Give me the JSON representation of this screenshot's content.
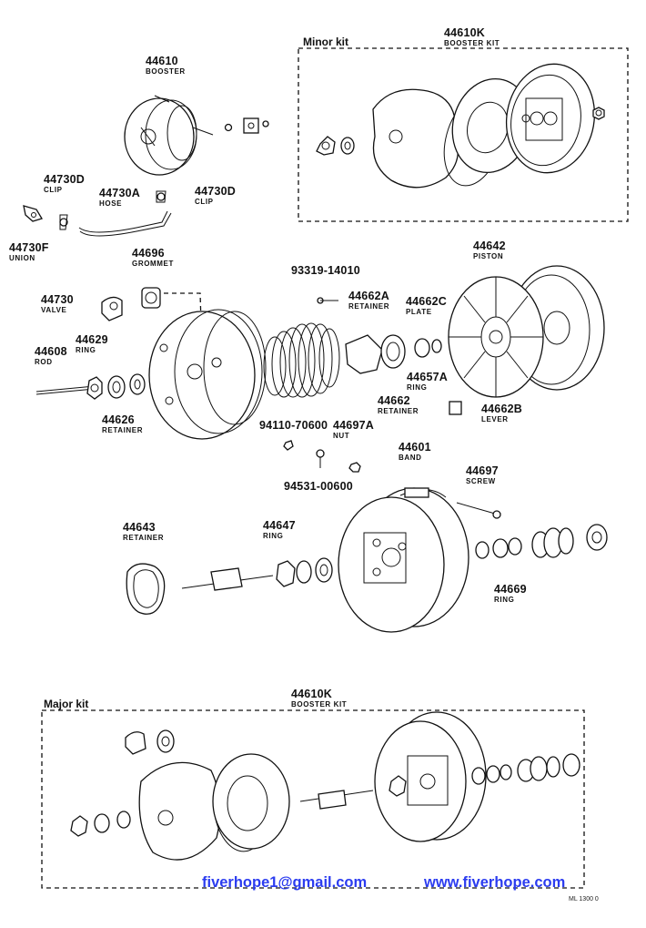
{
  "kits": {
    "minor": {
      "label": "Minor kit",
      "number": "44610K",
      "name": "BOOSTER KIT"
    },
    "major": {
      "label": "Major kit",
      "number": "44610K",
      "name": "BOOSTER KIT"
    }
  },
  "parts": [
    {
      "id": "booster",
      "number": "44610",
      "name": "BOOSTER"
    },
    {
      "id": "clip-left",
      "number": "44730D",
      "name": "CLIP"
    },
    {
      "id": "hose",
      "number": "44730A",
      "name": "HOSE"
    },
    {
      "id": "clip-right",
      "number": "44730D",
      "name": "CLIP"
    },
    {
      "id": "union",
      "number": "44730F",
      "name": "UNION"
    },
    {
      "id": "grommet",
      "number": "44696",
      "name": "GROMMET"
    },
    {
      "id": "valve",
      "number": "44730",
      "name": "VALVE"
    },
    {
      "id": "ring-44629",
      "number": "44629",
      "name": "RING"
    },
    {
      "id": "rod",
      "number": "44608",
      "name": "ROD"
    },
    {
      "id": "retainer-44626",
      "number": "44626",
      "name": "RETAINER"
    },
    {
      "id": "bolt-93319",
      "number": "93319-14010",
      "name": ""
    },
    {
      "id": "retainer-44662a",
      "number": "44662A",
      "name": "RETAINER"
    },
    {
      "id": "plate",
      "number": "44662C",
      "name": "PLATE"
    },
    {
      "id": "piston",
      "number": "44642",
      "name": "PISTON"
    },
    {
      "id": "ring-44657a",
      "number": "44657A",
      "name": "RING"
    },
    {
      "id": "retainer-44662",
      "number": "44662",
      "name": "RETAINER"
    },
    {
      "id": "lever",
      "number": "44662B",
      "name": "LEVER"
    },
    {
      "id": "bolt-94110",
      "number": "94110-70600",
      "name": ""
    },
    {
      "id": "nut",
      "number": "44697A",
      "name": "NUT"
    },
    {
      "id": "bolt-94531",
      "number": "94531-00600",
      "name": ""
    },
    {
      "id": "band",
      "number": "44601",
      "name": "BAND"
    },
    {
      "id": "screw",
      "number": "44697",
      "name": "SCREW"
    },
    {
      "id": "retainer-44643",
      "number": "44643",
      "name": "RETAINER"
    },
    {
      "id": "ring-44647",
      "number": "44647",
      "name": "RING"
    },
    {
      "id": "ring-44669",
      "number": "44669",
      "name": "RING"
    }
  ],
  "footer": {
    "email": "fiverhope1@gmail.com",
    "website": "www.fiverhope.com",
    "ref": "ML 1300 0"
  },
  "colors": {
    "line": "#111111",
    "watermark": "#2b3cf0",
    "background": "#ffffff"
  }
}
